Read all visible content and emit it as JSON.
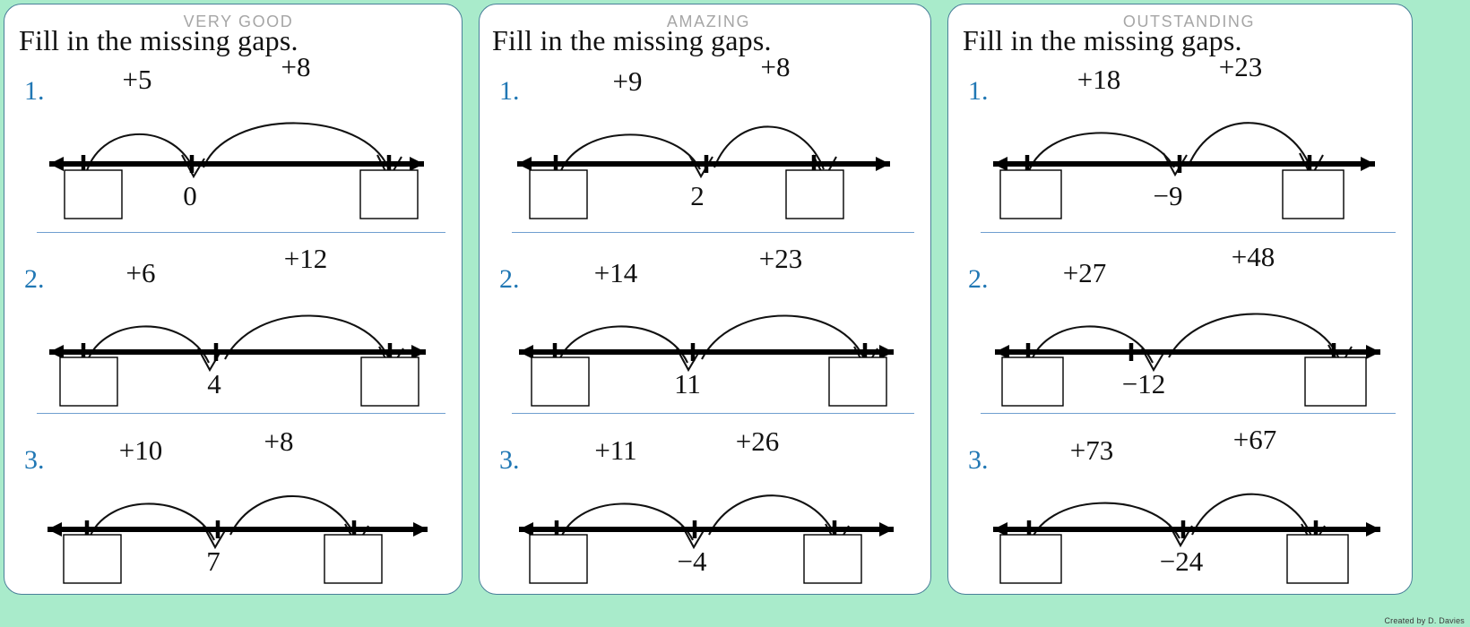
{
  "page": {
    "background_color": "#a9ebcb",
    "footer_credit": "Created by D. Davies"
  },
  "panels": [
    {
      "badge": "VERY GOOD",
      "title": "Fill in the missing gaps.",
      "problems": [
        {
          "number": "1.",
          "jump1": "+5",
          "jump2": "+8",
          "left_box": "",
          "centre_value": "0",
          "right_box": ""
        },
        {
          "number": "2.",
          "jump1": "+6",
          "jump2": "+12",
          "left_box": "",
          "centre_value": "4",
          "right_box": ""
        },
        {
          "number": "3.",
          "jump1": "+10",
          "jump2": "+8",
          "left_box": "",
          "centre_value": "7",
          "right_box": ""
        }
      ]
    },
    {
      "badge": "AMAZING",
      "title": "Fill in the missing gaps.",
      "problems": [
        {
          "number": "1.",
          "jump1": "+9",
          "jump2": "+8",
          "left_box": "",
          "centre_value": "2",
          "right_box": ""
        },
        {
          "number": "2.",
          "jump1": "+14",
          "jump2": "+23",
          "left_box": "",
          "centre_value": "11",
          "right_box": ""
        },
        {
          "number": "3.",
          "jump1": "+11",
          "jump2": "+26",
          "left_box": "",
          "centre_value": "−4",
          "right_box": ""
        }
      ]
    },
    {
      "badge": "OUTSTANDING",
      "title": "Fill in the missing gaps.",
      "problems": [
        {
          "number": "1.",
          "jump1": "+18",
          "jump2": "+23",
          "left_box": "",
          "centre_value": "−9",
          "right_box": ""
        },
        {
          "number": "2.",
          "jump1": "+27",
          "jump2": "+48",
          "left_box": "",
          "centre_value": "−12",
          "right_box": ""
        },
        {
          "number": "3.",
          "jump1": "+73",
          "jump2": "+67",
          "left_box": "",
          "centre_value": "−24",
          "right_box": ""
        }
      ]
    }
  ],
  "colors": {
    "background": "#a9ebcb",
    "card_border": "#4a7f99",
    "problem_number": "#2077b4",
    "separator": "#6f9fd0",
    "badge_text": "#a6a6a6"
  }
}
